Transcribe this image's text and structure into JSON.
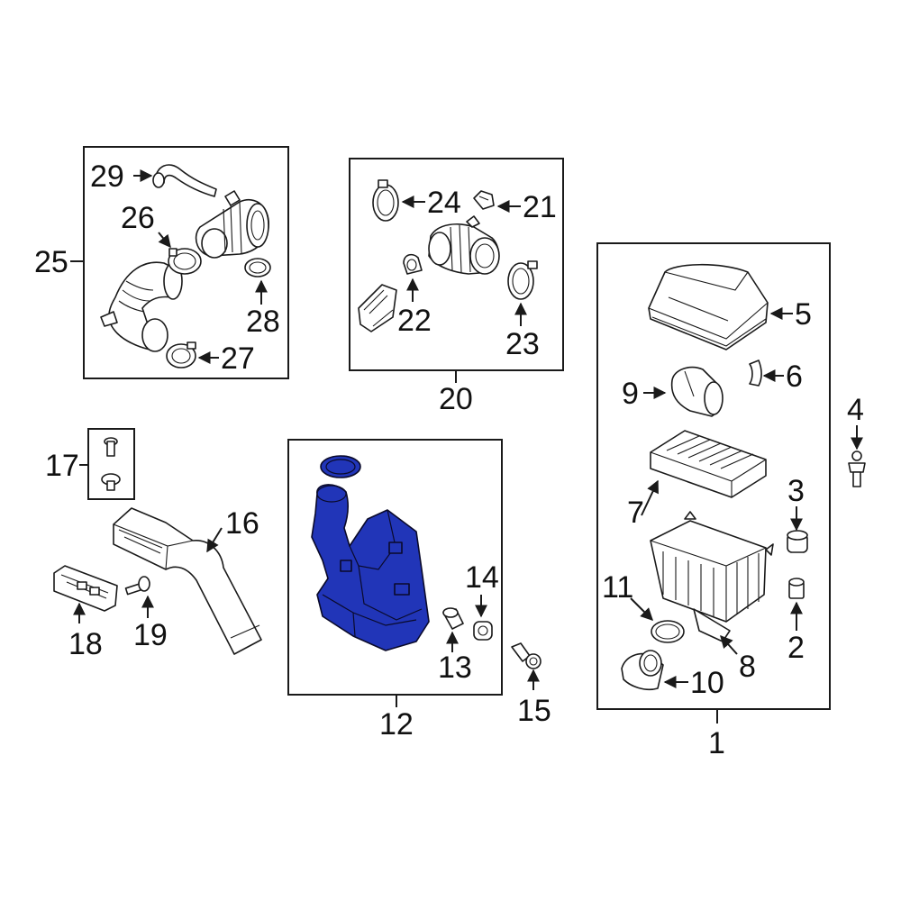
{
  "accent_color": "#2135b8",
  "callouts": {
    "c1": "1",
    "c2": "2",
    "c3": "3",
    "c4": "4",
    "c5": "5",
    "c6": "6",
    "c7": "7",
    "c8": "8",
    "c9": "9",
    "c10": "10",
    "c11": "11",
    "c12": "12",
    "c13": "13",
    "c14": "14",
    "c15": "15",
    "c16": "16",
    "c17": "17",
    "c18": "18",
    "c19": "19",
    "c20": "20",
    "c21": "21",
    "c22": "22",
    "c23": "23",
    "c24": "24",
    "c25": "25",
    "c26": "26",
    "c27": "27",
    "c28": "28",
    "c29": "29"
  }
}
